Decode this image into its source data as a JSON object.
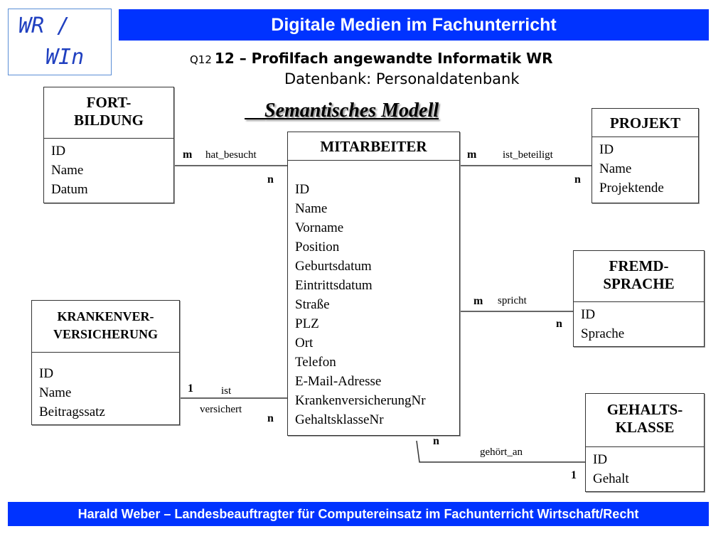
{
  "logo": {
    "line1": "WR /",
    "line2": "WIn"
  },
  "header": {
    "banner_title": "Digitale Medien im Fachunterricht",
    "course_prefix": "Q12",
    "course_title": "12 – Profilfach angewandte Informatik WR",
    "topic": "Datenbank: Personaldatenbank"
  },
  "diagram_title": "Semantisches Modell",
  "entities": {
    "fortbildung": {
      "name_line1": "FORT-",
      "name_line2": "BILDUNG",
      "attributes": [
        "ID",
        "Name",
        "Datum"
      ]
    },
    "mitarbeiter": {
      "name": "MITARBEITER",
      "attributes": [
        "ID",
        "Name",
        "Vorname",
        "Position",
        "Geburtsdatum",
        "Eintrittsdatum",
        "Straße",
        "PLZ",
        "Ort",
        "Telefon",
        "E-Mail-Adresse",
        "KrankenversicherungNr",
        "GehaltsklasseNr"
      ]
    },
    "projekt": {
      "name": "PROJEKT",
      "attributes": [
        "ID",
        "Name",
        "Projektende"
      ]
    },
    "fremdsprache": {
      "name_line1": "FREMD-",
      "name_line2": "SPRACHE",
      "attributes": [
        "ID",
        "Sprache"
      ]
    },
    "krankenversicherung": {
      "name_line1": "KRANKENVER-",
      "name_line2": "VERSICHERUNG",
      "attributes": [
        "ID",
        "Name",
        "Beitragssatz"
      ]
    },
    "gehaltsklasse": {
      "name_line1": "GEHALTS-",
      "name_line2": "KLASSE",
      "attributes": [
        "ID",
        "Gehalt"
      ]
    }
  },
  "relationships": {
    "hat_besucht": {
      "label": "hat_besucht",
      "card_left": "m",
      "card_right": "n"
    },
    "ist_beteiligt": {
      "label": "ist_beteiligt",
      "card_left": "m",
      "card_right": "n"
    },
    "spricht": {
      "label": "spricht",
      "card_left": "m",
      "card_right": "n"
    },
    "ist_versichert": {
      "label_line1": "ist",
      "label_line2": "versichert",
      "card_left": "1",
      "card_right": "n"
    },
    "gehoert_an": {
      "label": "gehört_an",
      "card_left": "n",
      "card_right": "1"
    }
  },
  "footer": {
    "text": "Harald Weber – Landesbeauftragter für Computereinsatz im Fachunterricht Wirtschaft/Recht"
  }
}
